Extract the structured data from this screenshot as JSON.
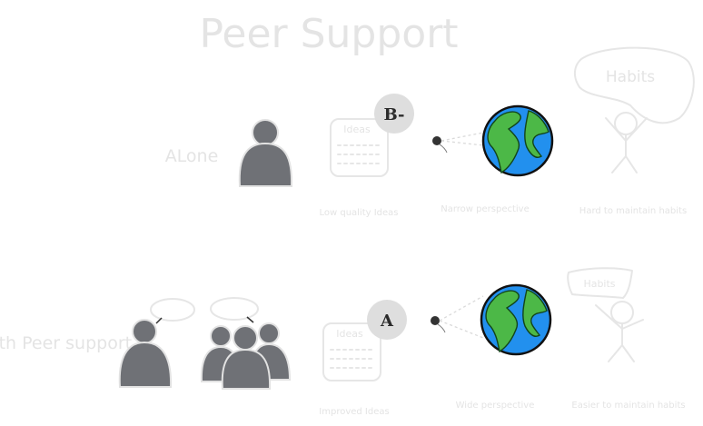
{
  "title": "Peer Support",
  "rows": [
    {
      "label": "ALone",
      "grade": "B-",
      "idea_card_label": "Ideas",
      "idea_caption": "Low quality Ideas",
      "perspective_caption": "Narrow perspective",
      "habits_sign": "Habits",
      "habits_caption": "Hard to maintain habits"
    },
    {
      "label": "With Peer support",
      "grade": "A",
      "idea_card_label": "Ideas",
      "idea_caption": "Improved Ideas",
      "perspective_caption": "Wide perspective",
      "habits_sign": "Habits",
      "habits_caption": "Easier to maintain habits"
    }
  ],
  "colors": {
    "person": "#6f7176",
    "ocean": "#2290ee",
    "land": "#4cb847",
    "grade_circle": "#dedede"
  }
}
